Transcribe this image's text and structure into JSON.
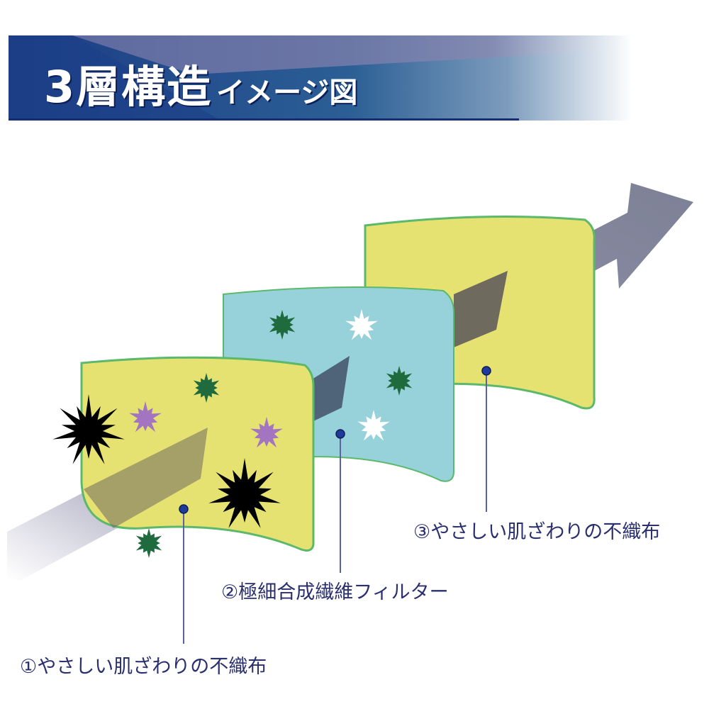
{
  "header": {
    "title_main": "3層構造",
    "title_sub": "イメージ図"
  },
  "labels": [
    {
      "text": "①やさしい肌ざわりの不織布"
    },
    {
      "text": "②極細合成繊維フィルター"
    },
    {
      "text": "③やさしい肌ざわりの不織布"
    }
  ],
  "colors": {
    "outer_layer": "#e6e272",
    "filter_layer": "#97d2da",
    "edge": "#5cb86a",
    "arrow": "#8a8ca0",
    "label": "#2a2f6e"
  }
}
